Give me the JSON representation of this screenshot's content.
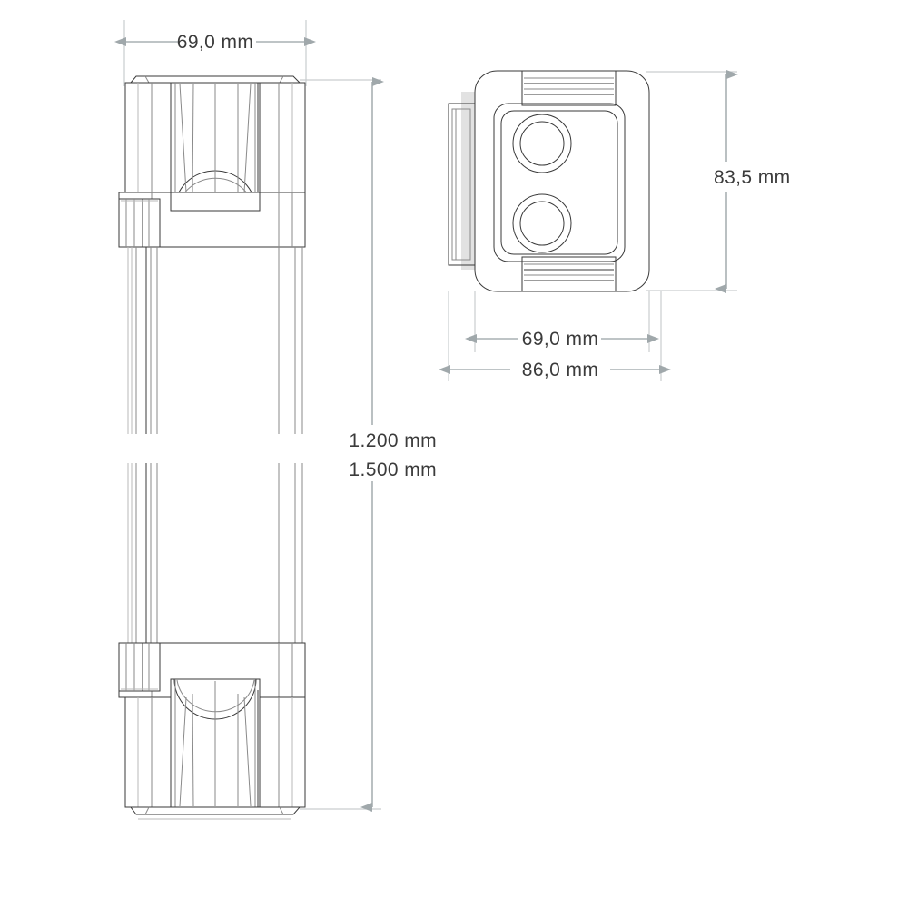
{
  "drawing": {
    "type": "technical-dimension-drawing",
    "title": "",
    "units": "mm",
    "background_color": "#ffffff",
    "line_color": "#3a3a3a",
    "dimension_color": "#a9b0b3",
    "text_color": "#3b3b3b",
    "flange_color": "#e2e2e2"
  },
  "views": {
    "front": {
      "name": "front-elevation",
      "description": "Front elevation of bracket post with top and bottom clamp heads and break line in the middle"
    },
    "section": {
      "name": "cross-section",
      "description": "Cross-section top view showing rounded square profile with two concentric bore circles and side flange"
    }
  },
  "dimensions": {
    "front_width": {
      "label": "69,0 mm",
      "value": 69.0,
      "orientation": "horizontal",
      "view": "front"
    },
    "front_height_primary": {
      "label": "1.200 mm",
      "value": 1200,
      "orientation": "vertical",
      "view": "front"
    },
    "front_height_secondary": {
      "label": "1.500 mm",
      "value": 1500,
      "orientation": "vertical",
      "view": "front"
    },
    "section_height": {
      "label": "83,5 mm",
      "value": 83.5,
      "orientation": "vertical",
      "view": "section"
    },
    "section_width_inner": {
      "label": "69,0 mm",
      "value": 69.0,
      "orientation": "horizontal",
      "view": "section"
    },
    "section_width_outer": {
      "label": "86,0 mm",
      "value": 86.0,
      "orientation": "horizontal",
      "view": "section"
    }
  }
}
